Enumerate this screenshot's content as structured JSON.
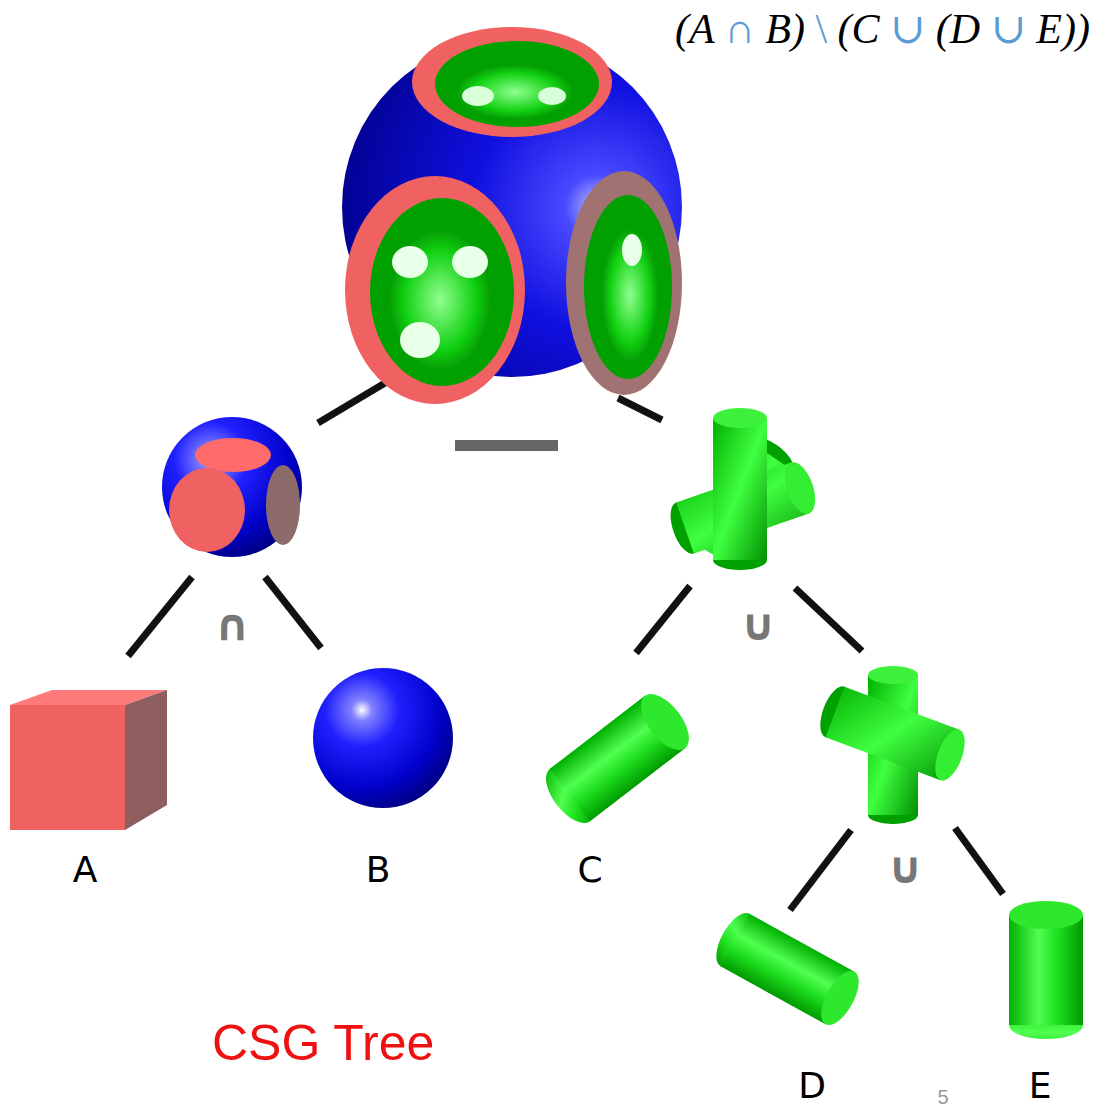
{
  "diagram": {
    "title": "(A ∩ B) \\ (C ∪ (D ∪ E))",
    "caption": "CSG Tree",
    "nodes": [
      {
        "text": [
          "A"
        ]
      },
      {
        "text": [
          "B"
        ]
      },
      {
        "text": [
          "C"
        ]
      },
      {
        "text": [
          "D"
        ]
      },
      {
        "text": [
          "E"
        ]
      }
    ],
    "labels": [
      "∩",
      "∪",
      "∪",
      "5"
    ]
  }
}
